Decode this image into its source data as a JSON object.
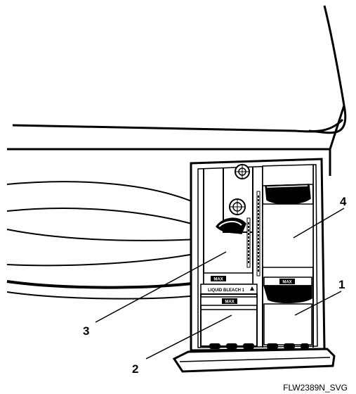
{
  "figure_id": "FLW2389N_SVG",
  "callouts": {
    "one": "1",
    "two": "2",
    "three": "3",
    "four": "4"
  },
  "labels": {
    "max_left": "MAX",
    "max_right": "MAX",
    "max_bottom": "MAX",
    "liquid_bleach": "LIQUID BLEACH 1"
  }
}
